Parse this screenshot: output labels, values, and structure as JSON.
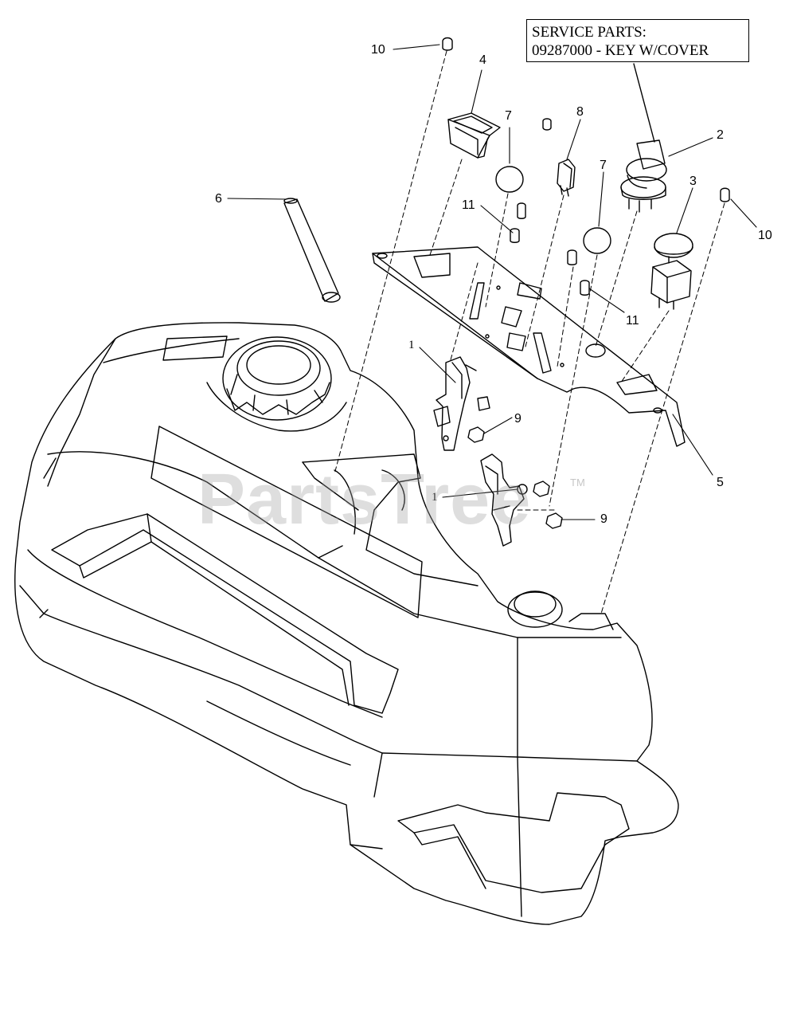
{
  "service_parts": {
    "line1": "SERVICE PARTS:",
    "line2": "09287000 - KEY W/COVER"
  },
  "callouts": [
    {
      "id": "c10a",
      "label": "10"
    },
    {
      "id": "c4",
      "label": "4"
    },
    {
      "id": "c7a",
      "label": "7"
    },
    {
      "id": "c8",
      "label": "8"
    },
    {
      "id": "c7b",
      "label": "7"
    },
    {
      "id": "c2",
      "label": "2"
    },
    {
      "id": "c3",
      "label": "3"
    },
    {
      "id": "c10b",
      "label": "10"
    },
    {
      "id": "c6",
      "label": "6"
    },
    {
      "id": "c11a",
      "label": "11"
    },
    {
      "id": "c11b",
      "label": "11"
    },
    {
      "id": "c1a",
      "label": "1"
    },
    {
      "id": "c9a",
      "label": "9"
    },
    {
      "id": "c5",
      "label": "5"
    },
    {
      "id": "c1b",
      "label": "1"
    },
    {
      "id": "c9b",
      "label": "9"
    }
  ],
  "watermark": {
    "text": "PartsTree",
    "tm": "TM"
  }
}
